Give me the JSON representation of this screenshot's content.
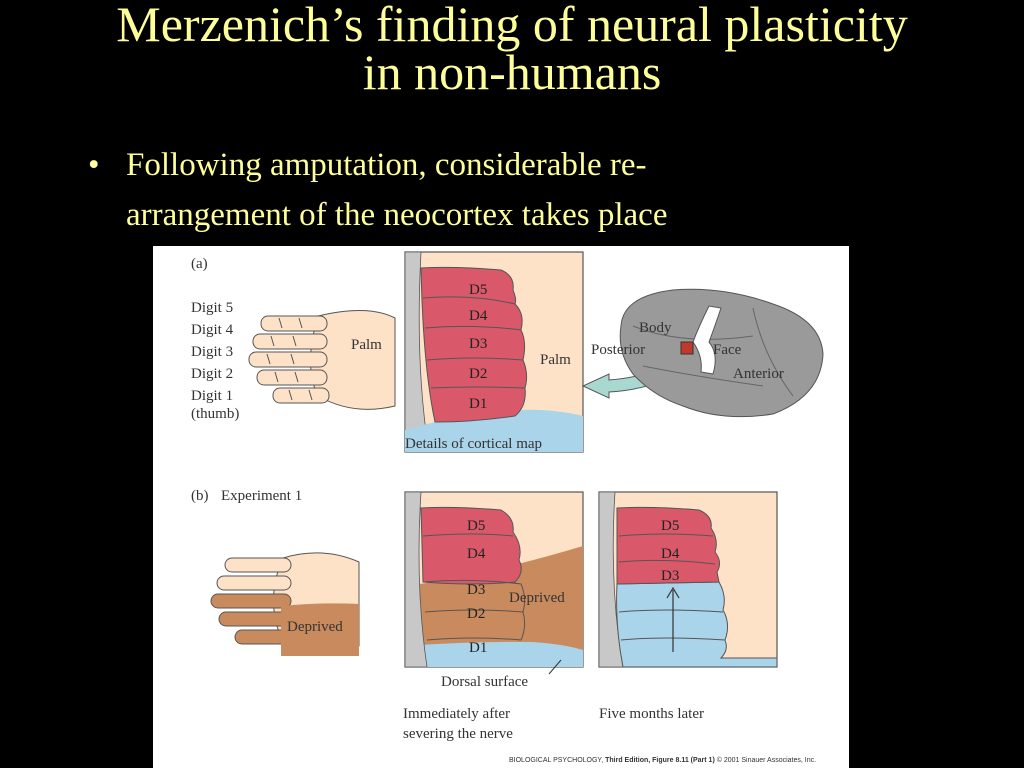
{
  "slide": {
    "title_line1": "Merzenich’s finding of neural plasticity",
    "title_line2": "in non-humans",
    "bullet_line1": "Following amputation, considerable re-",
    "bullet_line2": "arrangement of the neocortex takes place"
  },
  "figure": {
    "panel_a": {
      "letter": "(a)",
      "digit_labels": [
        "Digit 5",
        "Digit 4",
        "Digit 3",
        "Digit 2",
        "Digit 1",
        "(thumb)"
      ],
      "palm_hand": "Palm",
      "map_digits": [
        "D5",
        "D4",
        "D3",
        "D2",
        "D1"
      ],
      "palm_map": "Palm",
      "brain_labels": {
        "body": "Body",
        "face": "Face",
        "posterior": "Posterior",
        "anterior": "Anterior"
      },
      "caption": "Details of cortical map"
    },
    "panel_b": {
      "letter": "(b)",
      "title": "Experiment 1",
      "deprived_hand": "Deprived",
      "map1_digits": [
        "D5",
        "D4",
        "D3",
        "D2",
        "D1"
      ],
      "deprived_map": "Deprived",
      "dorsal_surface": "Dorsal surface",
      "caption1_line1": "Immediately after",
      "caption1_line2": "severing the nerve",
      "map2_digits": [
        "D5",
        "D4",
        "D3"
      ],
      "caption2": "Five months later"
    },
    "credit_prefix": "BIOLOGICAL PSYCHOLOGY",
    "credit_bold": "Third Edition, Figure 8.11 (Part 1)",
    "credit_suffix": "© 2001 Sinauer Associates, Inc."
  },
  "colors": {
    "title": "#ffff99",
    "background": "#000000",
    "digit_red": "#d9596a",
    "palm_peach": "#fde2c8",
    "deprived_brown": "#c98b5e",
    "dorsal_blue": "#a9d4ea",
    "brain_gray": "#9a9a9a"
  }
}
